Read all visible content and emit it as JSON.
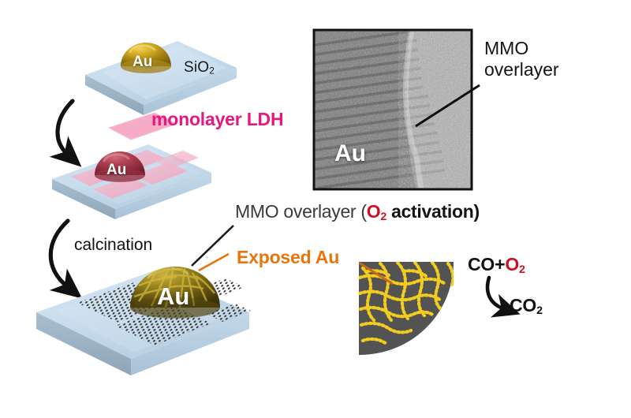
{
  "figure": {
    "title": "Au nanoparticle with MMO overlayer schematic",
    "colors": {
      "ldh_pink": "#e6177f",
      "o2_red": "#cc1122",
      "exposed_au_orange": "#e8740c",
      "mmo_gray": "#3a3a3a",
      "substrate_blue": "#c3d9ea",
      "substrate_edge": "#8fa6b5",
      "au_gold": "#c8a523",
      "au_red": "#b03a4a",
      "mesh_yellow": "#f2cc1e",
      "sphere_gray": "#4e4e4e"
    }
  },
  "panels": {
    "step1": {
      "substrate_label": "SiO2",
      "substrate_label_html": "SiO<sub>2</sub>",
      "particle_label": "Au"
    },
    "step2": {
      "reagent_label": "monolayer LDH",
      "particle_label": "Au"
    },
    "step3": {
      "process_label": "calcination",
      "particle_label": "Au"
    }
  },
  "annotations": {
    "mmo_overlayer_inline": {
      "prefix": "MMO overlayer (",
      "species": "O2",
      "species_html": "O<sub>2</sub>",
      "suffix": " activation)"
    },
    "exposed_au": "Exposed Au",
    "tem_mmo": {
      "line1": "MMO",
      "line2": "overlayer"
    },
    "tem_particle_label": "Au"
  },
  "reaction": {
    "reactants": "CO+O2",
    "reactants_html": "CO+O<sub>2</sub>",
    "reactant_co": "CO+",
    "reactant_o2": "O2",
    "product": "CO2",
    "product_html": "CO<sub>2</sub>"
  }
}
